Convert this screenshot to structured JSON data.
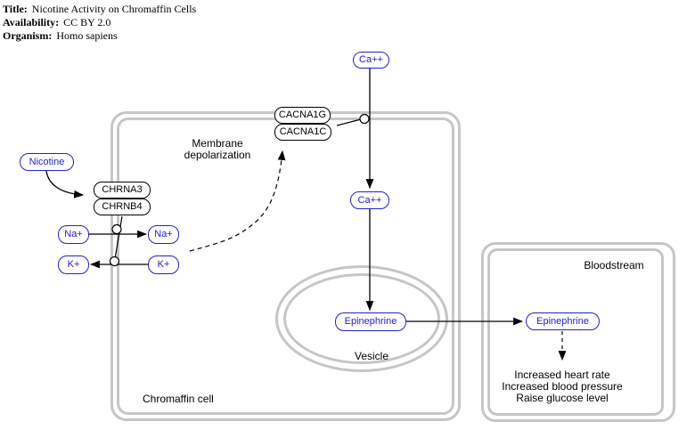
{
  "header": {
    "rows": [
      {
        "label": "Title:",
        "value": "Nicotine Activity on Chromaffin Cells"
      },
      {
        "label": "Availability:",
        "value": "CC BY 2.0"
      },
      {
        "label": "Organism:",
        "value": "Homo sapiens"
      }
    ]
  },
  "pathway": {
    "compartments": {
      "chromaffin_cell": "Chromaffin cell",
      "vesicle": "Vesicle",
      "bloodstream": "Bloodstream"
    },
    "nodes": {
      "nicotine": "Nicotine",
      "chrna3": "CHRNA3",
      "chrnb4": "CHRNB4",
      "na_extracellular": "Na+",
      "na_intracellular": "Na+",
      "k_extracellular": "K+",
      "k_intracellular": "K+",
      "cacna1g": "CACNA1G",
      "cacna1c": "CACNA1C",
      "ca_extracellular": "Ca++",
      "ca_intracellular": "Ca++",
      "epinephrine_vesicle": "Epinephrine",
      "epinephrine_bloodstream": "Epinephrine"
    },
    "labels": {
      "membrane_depolarization": "Membrane depolarization",
      "effects": [
        "Increased heart rate",
        "Increased blood pressure",
        "Raise glucose level"
      ]
    },
    "colors": {
      "metabolite_blue": "#2222cc",
      "gene_border": "#000000",
      "membrane_gray": "#c6c6c6"
    }
  }
}
